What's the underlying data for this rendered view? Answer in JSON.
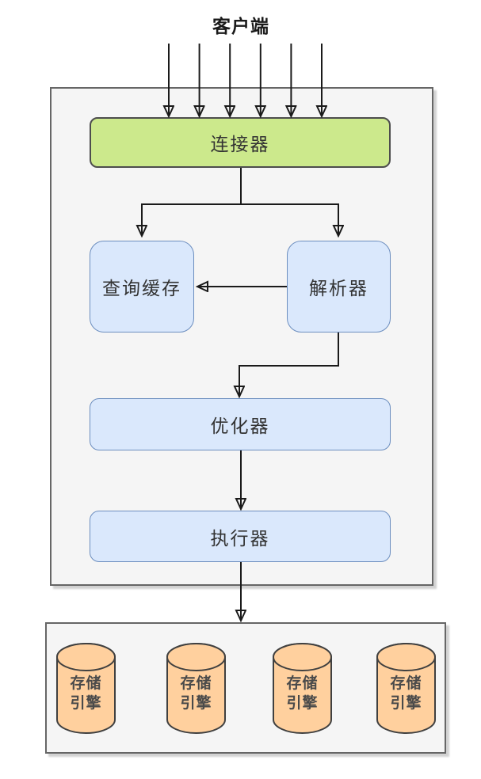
{
  "diagram": {
    "title": "客户端",
    "server_layer": {
      "connector_label": "连接器",
      "query_cache_label": "查询缓存",
      "parser_label": "解析器",
      "optimizer_label": "优化器",
      "executor_label": "执行器"
    },
    "storage_layer": {
      "engines": [
        "存储\n引擎",
        "存储\n引擎",
        "存储\n引擎",
        "存储\n引擎"
      ]
    },
    "colors": {
      "connector_fill": "#cce98c",
      "connector_border": "#4d4d4d",
      "node_fill": "#dae8fc",
      "node_border": "#6c8ebf",
      "cylinder_fill": "#ffd09e",
      "cylinder_border": "#404040",
      "container_fill": "#f5f5f5",
      "container_border": "#666666",
      "arrow_color": "#1a1a1a",
      "title_color": "#1a1a1a"
    }
  }
}
